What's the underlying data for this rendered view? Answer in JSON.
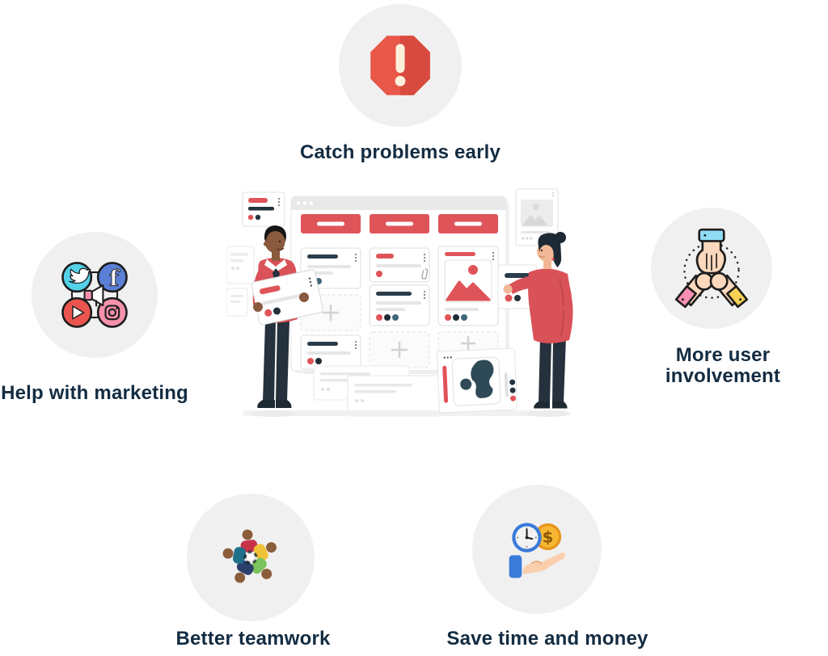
{
  "page": {
    "background": "#ffffff"
  },
  "colors": {
    "accent_red": "#df5459",
    "stop_sign_red": "#e85748",
    "label_navy": "#132c42",
    "dark_navy": "#25313c",
    "icon_circle_bg": "#f0f0f0",
    "light_gray": "#e9e9e9"
  },
  "features": {
    "top": {
      "label": "Catch problems early",
      "icon": "stop-alert-icon"
    },
    "left": {
      "label": "Help with marketing",
      "icon": "social-media-icon"
    },
    "right": {
      "label": "More user involvement",
      "icon": "hands-stacked-icon"
    },
    "bottom_left": {
      "label": "Better teamwork",
      "icon": "team-circle-icon"
    },
    "bottom_right": {
      "label": "Save time and money",
      "icon": "time-money-icon"
    }
  },
  "illustration": {
    "description": "Two people in red placing cards on a large kanban-style web board",
    "board_columns": 3
  }
}
